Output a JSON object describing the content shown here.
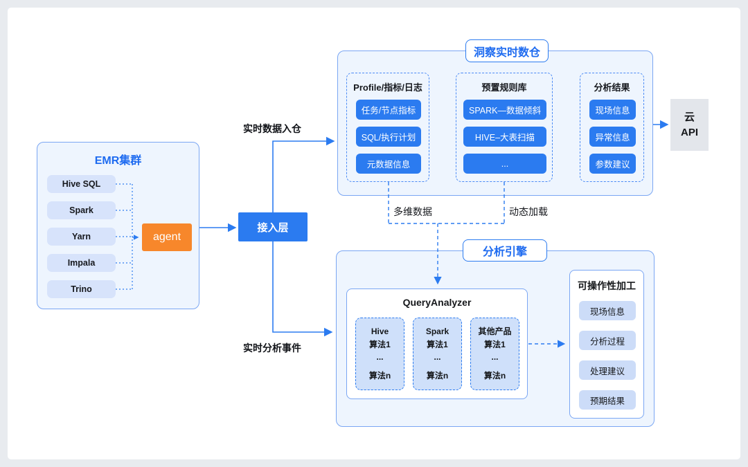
{
  "colors": {
    "accent_blue": "#2b7bf0",
    "section_fill": "#eef5fe",
    "section_border": "#7aa6f3",
    "orange": "#f7872b",
    "light_item": "#d7e3fb",
    "gray_box": "#e3e6eb"
  },
  "emr": {
    "title": "EMR集群",
    "items": [
      "Hive SQL",
      "Spark",
      "Yarn",
      "Impala",
      "Trino"
    ],
    "agent_label": "agent"
  },
  "access_layer": {
    "label": "接入层"
  },
  "flow_labels": {
    "to_warehouse": "实时数据入仓",
    "to_engine": "实时分析事件",
    "multidim": "多维数据",
    "dynamic_load": "动态加载"
  },
  "warehouse": {
    "title": "洞察实时数仓",
    "groups": [
      {
        "header": "Profile/指标/日志",
        "buttons": [
          "任务/节点指标",
          "SQL/执行计划",
          "元数据信息"
        ]
      },
      {
        "header": "预置规则库",
        "buttons": [
          "SPARK—数据倾斜",
          "HIVE–大表扫描",
          "..."
        ]
      },
      {
        "header": "分析结果",
        "buttons": [
          "现场信息",
          "异常信息",
          "参数建议"
        ]
      }
    ]
  },
  "cloud_api": {
    "line1": "云",
    "line2": "API"
  },
  "engine": {
    "title": "分析引擎",
    "query_analyzer": {
      "title": "QueryAnalyzer",
      "columns": [
        {
          "name": "Hive",
          "lines": [
            "算法1",
            "...",
            "算法n"
          ]
        },
        {
          "name": "Spark",
          "lines": [
            "算法1",
            "...",
            "算法n"
          ]
        },
        {
          "name": "其他产品",
          "lines": [
            "算法1",
            "...",
            "算法n"
          ]
        }
      ]
    },
    "processing": {
      "title": "可操作性加工",
      "items": [
        "现场信息",
        "分析过程",
        "处理建议",
        "预期结果"
      ]
    }
  }
}
